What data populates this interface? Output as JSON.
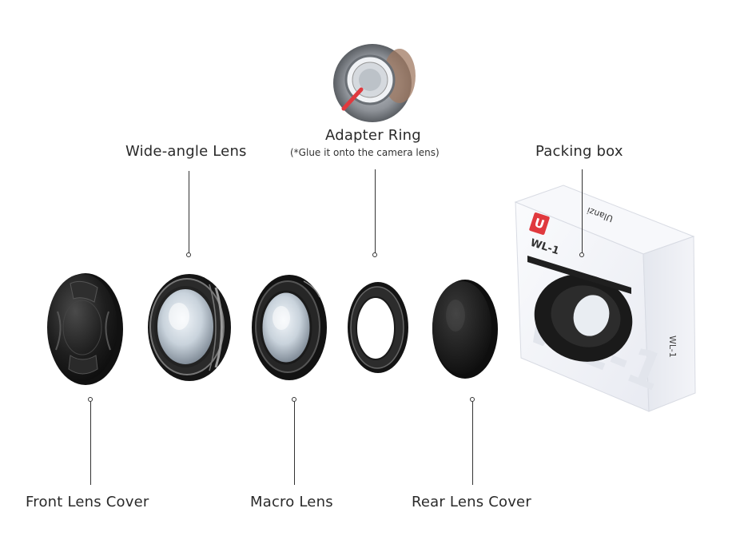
{
  "labels": {
    "wide_angle": "Wide-angle Lens",
    "adapter_ring": "Adapter Ring",
    "adapter_note": "(*Glue it onto the camera lens)",
    "packing_box": "Packing box",
    "front_cover": "Front Lens Cover",
    "macro": "Macro Lens",
    "rear_cover": "Rear Lens Cover"
  },
  "box": {
    "brand": "Ulanzi",
    "model": "WL-1",
    "logo": "U"
  },
  "colors": {
    "accent": "#e0393e",
    "lens_black": "#1c1c1c",
    "box_white": "#f4f5f9"
  }
}
